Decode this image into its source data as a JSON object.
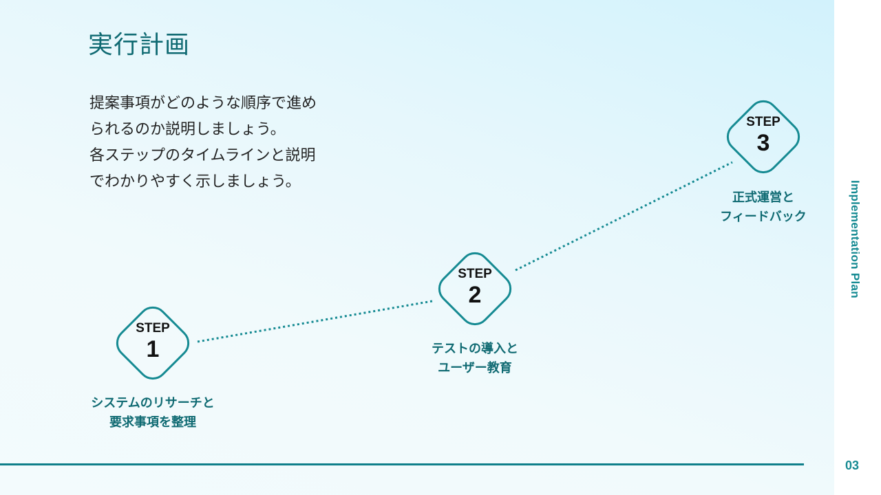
{
  "slide": {
    "title": "実行計画",
    "description_lines": [
      "提案事項がどのような順序で進め",
      "られるのか説明しましょう。",
      "各ステップのタイムラインと説明",
      "でわかりやすく示しましょう。"
    ],
    "steps": [
      {
        "label": "STEP",
        "number": "1",
        "caption_lines": [
          "システムのリサーチと",
          "要求事項を整理"
        ]
      },
      {
        "label": "STEP",
        "number": "2",
        "caption_lines": [
          "テストの導入と",
          "ユーザー教育"
        ]
      },
      {
        "label": "STEP",
        "number": "3",
        "caption_lines": [
          "正式運営と",
          "フィードバック"
        ]
      }
    ],
    "side_label": "Implementation Plan",
    "page_number": "03"
  },
  "colors": {
    "accent": "#158a92",
    "title": "#0f6a72",
    "line": "#0f7f8a"
  }
}
